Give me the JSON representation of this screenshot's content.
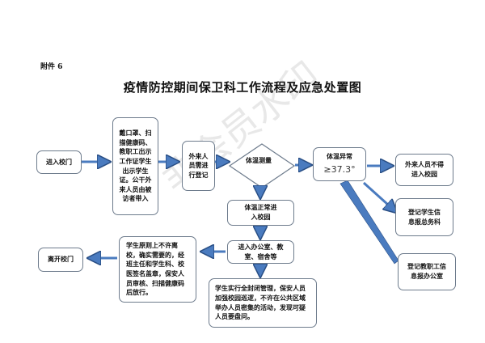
{
  "attachment": "附件 6",
  "title": "疫情防控期间保卫科工作流程及应急处置图",
  "watermark": "非会员水印",
  "nodes": {
    "enter_gate": "进入校门",
    "mask_scan": "戴口罩、扫描健康码、教职工出示工作证学生出示学生证。公干外来人员由被访者带入",
    "visitor_register": "外来人员需进行登记",
    "temp_measure": "体温测量",
    "temp_abnormal": "体温异常",
    "temp_threshold": "≥37.3°",
    "visitor_denied": "外来人员不得进入校园",
    "student_report": "登记学生信息报总务科",
    "staff_report": "登记教职工信息报办公室",
    "temp_normal": "体温正常进入校园",
    "enter_office": "进入办公室、教室、宿舍等",
    "closed_mgmt": "学生实行全封闭管理，保安人员加强校园巡逻，不许在公共区域举办人员密集的活动，发现可疑人员要盘问。",
    "student_leave": "学生原则上不许离校，确实需要的，经班主任和学生科、校医签名盖章，保安人员审核、扫描健康码后放行。",
    "leave_gate": "离开校门"
  },
  "colors": {
    "arrow": "#4a7bbf",
    "arrow_stroke": "#2a4f85",
    "border": "#6d7b8c"
  }
}
